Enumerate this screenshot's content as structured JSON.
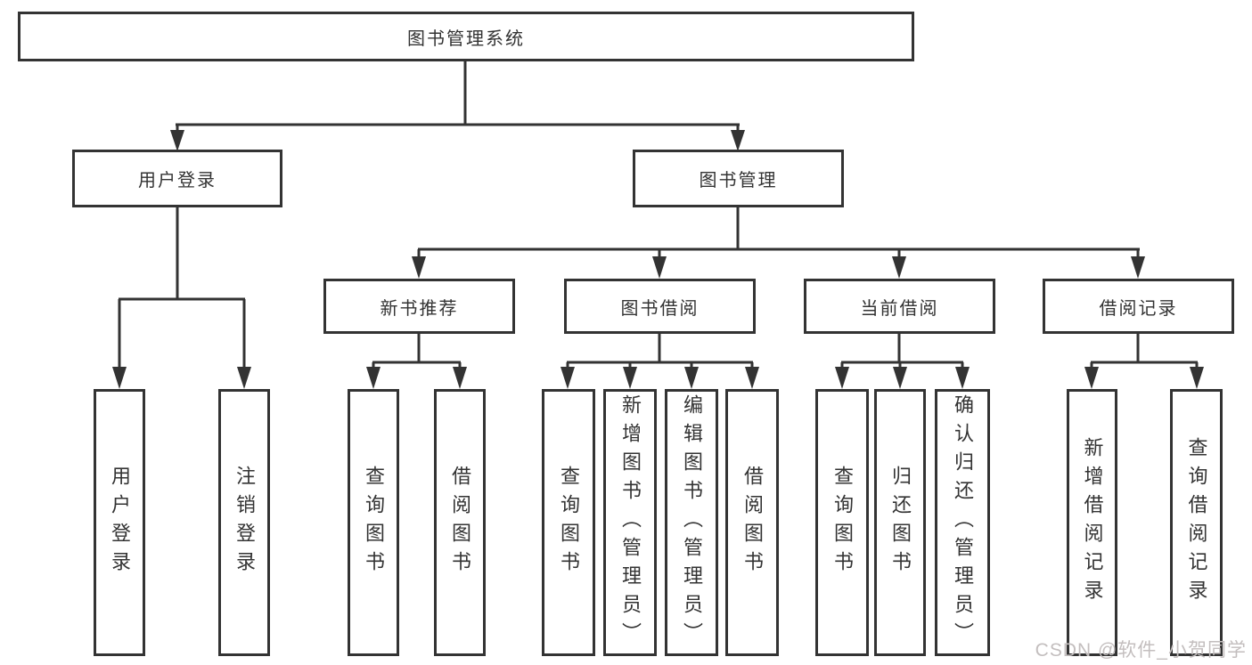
{
  "tree": {
    "root": "图书管理系统",
    "branches": [
      {
        "label": "用户登录",
        "children": [
          "用户登录",
          "注销登录"
        ]
      },
      {
        "label": "图书管理",
        "groups": [
          {
            "label": "新书推荐",
            "children": [
              "查询图书",
              "借阅图书"
            ]
          },
          {
            "label": "图书借阅",
            "children": [
              "查询图书",
              "新增图书（管理员）",
              "编辑图书（管理员）",
              "借阅图书"
            ]
          },
          {
            "label": "当前借阅",
            "children": [
              "查询图书",
              "归还图书",
              "确认归还（管理员）"
            ]
          },
          {
            "label": "借阅记录",
            "children": [
              "新增借阅记录",
              "查询借阅记录"
            ]
          }
        ]
      }
    ]
  },
  "colors": {
    "line": "#333333",
    "text": "#333333",
    "watermark": "#c3bebe"
  },
  "watermark": {
    "text": "CSDN @软件_小贺同学"
  }
}
